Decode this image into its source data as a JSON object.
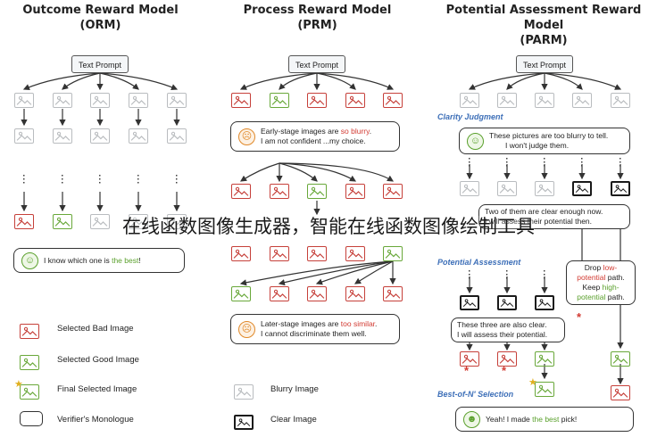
{
  "columns": [
    {
      "title": "Outcome Reward Model",
      "abbr": "(ORM)"
    },
    {
      "title": "Process Reward Model",
      "abbr": "(PRM)"
    },
    {
      "title": "Potential Assessment Reward Model",
      "abbr": "(PARM)"
    }
  ],
  "prompt_label": "Text Prompt",
  "orm": {
    "bubble": {
      "pre": "I know which one is ",
      "hl": "the best",
      "post": "!"
    }
  },
  "prm": {
    "bubble1": {
      "l1pre": "Early-stage images  are ",
      "l1hl": "so blurry",
      "l1post": ".",
      "l2": "I am not confident ...my choice."
    },
    "bubble2": {
      "l1pre": "Later-stage images are ",
      "l1hl": "too similar",
      "l1post": ".",
      "l2": "I cannot discriminate them well."
    }
  },
  "parm": {
    "clarity_label": "Clarity Judgment",
    "clarity_bubble": {
      "l1": "These pictures are too blurry to tell.",
      "l2": "I won't judge them."
    },
    "clear_bubble": {
      "l1": "Two of them are clear enough now.",
      "l2": "I will assess their potential then."
    },
    "potential_label": "Potential Assessment",
    "drop_bubble": {
      "l1pre": "Drop ",
      "l1hl": "low-",
      "l2hl": "potential",
      "l2post": " path.",
      "l3pre": "Keep  ",
      "l3hl": "high-",
      "l4hl": "potential",
      "l4post": " path."
    },
    "assess_bubble": {
      "l1": "These three are also clear.",
      "l2": "I will assess their potential."
    },
    "bestn_label": "Best-of-N' Selection",
    "final_bubble": {
      "pre": "Yeah! I made ",
      "hl": "the best",
      "post": " pick!"
    }
  },
  "legend": {
    "selected_bad": "Selected Bad Image",
    "selected_good": "Selected Good Image",
    "final_selected": "Final Selected Image",
    "monologue": "Verifier's Monologue",
    "blurry": "Blurry Image",
    "clear": "Clear Image"
  },
  "overlay_text": "在线函数图像生成器，智能在线函数图像绘制工具",
  "colors": {
    "bad": "#c6403a",
    "good": "#69a83a",
    "blurry": "#b9bcbf",
    "clear": "#1a1a1a",
    "accent_label": "#3d6fb8"
  }
}
